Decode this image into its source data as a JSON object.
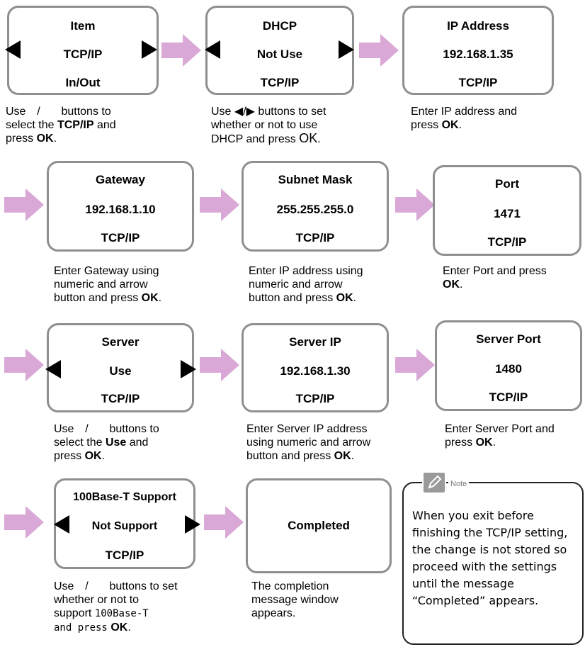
{
  "colors": {
    "arrow": "#d9a8d6",
    "panel_border": "#8f8f8f"
  },
  "panels": {
    "item": {
      "title": "Item",
      "value": "TCP/IP",
      "footer": "In/Out"
    },
    "dhcp": {
      "title": "DHCP",
      "value": "Not Use",
      "footer": "TCP/IP"
    },
    "ip": {
      "title": "IP Address",
      "value": "192.168.1.35",
      "footer": "TCP/IP"
    },
    "gateway": {
      "title": "Gateway",
      "value": "192.168.1.10",
      "footer": "TCP/IP"
    },
    "subnet": {
      "title": "Subnet Mask",
      "value": "255.255.255.0",
      "footer": "TCP/IP"
    },
    "port": {
      "title": "Port",
      "value": "1471",
      "footer": "TCP/IP"
    },
    "server": {
      "title": "Server",
      "value": "Use",
      "footer": "TCP/IP"
    },
    "server_ip": {
      "title": "Server IP",
      "value": "192.168.1.30",
      "footer": "TCP/IP"
    },
    "server_port": {
      "title": "Server Port",
      "value": "1480",
      "footer": "TCP/IP"
    },
    "base_t": {
      "title": "100Base-T Support",
      "value": "Not Support",
      "footer": "TCP/IP"
    },
    "completed": {
      "title": "Completed"
    }
  },
  "captions": {
    "item": {
      "a": "Use",
      "b": "/",
      "c": "buttons to",
      "d": "select the",
      "e": "TCP/IP",
      "f": "and",
      "g": "press",
      "h": "OK",
      "i": "."
    },
    "dhcp": {
      "a": "Use",
      "b": "◀/▶",
      "c": "buttons to set",
      "d": "whether or not to use",
      "e": "DHCP and press",
      "f": "OK",
      "g": "."
    },
    "ip": {
      "a": "Enter IP address and",
      "b": "press",
      "c": "OK",
      "d": "."
    },
    "gateway": {
      "a": "Enter Gateway using",
      "b": "numeric and arrow",
      "c": "button and press",
      "d": "OK",
      "e": "."
    },
    "subnet": {
      "a": "Enter IP address using",
      "b": "numeric and arrow",
      "c": "button and press",
      "d": "OK",
      "e": "."
    },
    "port": {
      "a": "Enter Port and press",
      "b": "OK",
      "c": "."
    },
    "server": {
      "a": "Use",
      "b": "/",
      "c": "buttons to",
      "d": "select the",
      "e": "Use",
      "f": "and",
      "g": "press",
      "h": "OK",
      "i": "."
    },
    "server_ip": {
      "a": "Enter Server IP address",
      "b": "using numeric and arrow",
      "c": "button and press",
      "d": "OK",
      "e": "."
    },
    "server_port": {
      "a": "Enter Server Port and",
      "b": "press",
      "c": "OK",
      "d": "."
    },
    "base_t": {
      "a": "Use",
      "b": "/",
      "c": "buttons to set",
      "d": "whether or not to",
      "e": "support",
      "f": "100Base-T",
      "g": "and press",
      "h": "OK",
      "i": "."
    },
    "completed": {
      "a": "The completion",
      "b": "message window",
      "c": "appears."
    }
  },
  "note": {
    "icon": "pencil-icon",
    "label": "Note",
    "text": "When you exit before finishing the TCP/IP setting, the change is not stored so proceed with the settings until the message “Completed” appears."
  }
}
